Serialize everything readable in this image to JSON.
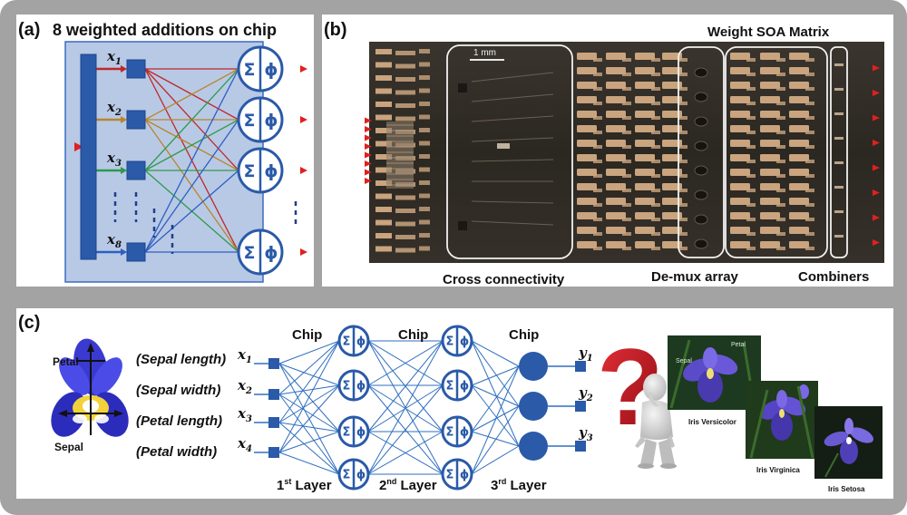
{
  "panel_a": {
    "label": "(a)",
    "title": "8 weighted additions on chip",
    "inputs": [
      "x1",
      "x2",
      "x3",
      "x8"
    ],
    "input_main": "x",
    "input_subs": [
      "1",
      "2",
      "3",
      "8"
    ],
    "node_sum_symbol": "Σ",
    "node_phi_symbol": "ϕ"
  },
  "panel_b": {
    "label": "(b)",
    "title": "Weight SOA Matrix",
    "scale_bar": "1 mm",
    "label_cross": "Cross connectivity",
    "label_demux": "De-mux array",
    "label_combiners": "Combiners"
  },
  "panel_c": {
    "label": "(c)",
    "petal_label": "Petal",
    "sepal_label": "Sepal",
    "features": [
      "(Sepal length)",
      "(Sepal width)",
      "(Petal length)",
      "(Petal width)"
    ],
    "input_main": "x",
    "input_subs": [
      "1",
      "2",
      "3",
      "4"
    ],
    "output_main": "y",
    "output_subs": [
      "1",
      "2",
      "3"
    ],
    "chip_label": "Chip",
    "layer1_main": "1",
    "layer1_sup": "st",
    "layer1_word": " Layer",
    "layer2_main": "2",
    "layer2_sup": "nd",
    "layer2_word": " Layer",
    "layer3_main": "3",
    "layer3_sup": "rd",
    "layer3_word": " Layer",
    "question_mark": "?",
    "photo_labels": [
      "Iris Versicolor",
      "Iris Virginica",
      "Iris Setosa"
    ],
    "photo_tiny_labels": [
      "Sepal",
      "Petal"
    ]
  },
  "colors": {
    "frame": "#a3a3a3",
    "panel_bg": "#ffffff",
    "node_blue": "#2a5aa8",
    "line_blue": "#2f6fc0",
    "panel_a_fill": "#b8c9e6",
    "chip_bg": "#2a2722",
    "pad_gold": "#c9a47e",
    "question_red": "#c0141c"
  }
}
